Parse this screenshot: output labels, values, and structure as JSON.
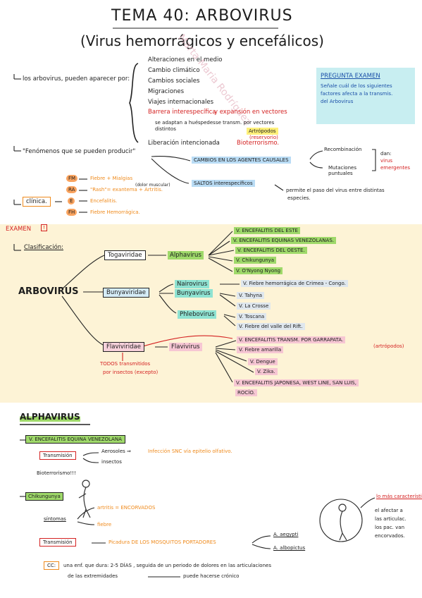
{
  "header": {
    "title": "TEMA 40: ARBOVIRUS",
    "subtitle": "(Virus hemorrágicos y encefálicos)",
    "watermark": "Marta Maria Rodríguez"
  },
  "factors": {
    "intro": "los arbovirus, pueden aparecer por:",
    "items": [
      "Alteraciones en el medio",
      "Cambio climático",
      "Cambios sociales",
      "Migraciones",
      "Viajes internacionales"
    ],
    "barrier": "Barrera interespecífica",
    "expansion": "y expansión en vectores",
    "adapt": "se adaptan a huéspedes distintos",
    "transmit": "se transm. por vectores",
    "arthropods": "Artrópodos",
    "reservoirs": "(reservorio)",
    "liberation": "Liberación intencionada",
    "bioterror": "Bioterrorismo."
  },
  "question": {
    "label": "PREGUNTA EXAMEN",
    "text": [
      "Señale cuál de los siguientes",
      "factores afecta a la transmis.",
      "del Arbovirus"
    ]
  },
  "phenomena": {
    "intro": "\"Fenómenos que se pueden producir\"",
    "changes": "CAMBIOS EN LOS AGENTES CAUSALES",
    "recomb": "Recombinación",
    "mutations": "Mutaciones puntuales",
    "emerge": [
      "dan:",
      "virus",
      "emergentes"
    ],
    "jumps": "SALTOS interespecíficos",
    "jumps_note": [
      "permite el paso del virus entre distintas",
      "especies."
    ]
  },
  "clinic": {
    "label": "clínica.",
    "codes": [
      "FM",
      "RA",
      "E",
      "FH"
    ],
    "texts": [
      "Fiebre + Mialgias",
      "\"Rash\"= exantema + Artritis.",
      "Encefalitis.",
      "Fiebre Hemorrágica."
    ],
    "note": "(dolor muscular)"
  },
  "classification": {
    "exam": "EXAMEN",
    "label": "Clasificación:",
    "root": "ARBOVIRUS",
    "families": {
      "toga": "Togaviridae",
      "bunya": "Bunyaviridae",
      "flavi": "Flaviviridae"
    },
    "genera": {
      "alpha": "Alphavirus",
      "nairo": "Nairovirus",
      "bunya": "Bunyavirus",
      "phlebo": "Phlebovirus",
      "flavi": "Flavivirus"
    },
    "alpha_list": [
      "V. ENCEFALITIS DEL ESTE",
      "V. ENCEFALITIS EQUINAS VENEZOLANAS.",
      "V. ENCEFALITIS DEL OESTE.",
      "V. Chikungunya",
      "V. O'Nyong Nyong"
    ],
    "nairo_list": [
      "V. Fiebre hemorrágica de Crimea - Congo."
    ],
    "bunya_list": [
      "V. Tahyna",
      "V. La Crosse"
    ],
    "phlebo_list": [
      "V. Toscana",
      "V. Fiebre del valle del Rift."
    ],
    "flavi_list": [
      "V. ENCEFALITIS TRANSM. POR GARRAPATA.",
      "V. Fiebre amarilla",
      "V. Dengue",
      "V. Zika."
    ],
    "flavi_arthro": "(artrópodos)",
    "flavi_last": [
      "V. ENCEFALITIS JAPONESA, WEST LINE, SAN LUIS,",
      "ROCÍO."
    ],
    "flavi_note": [
      "TODOS transmitidos",
      "por insectos (excepto)"
    ]
  },
  "alphavirus": {
    "title": "ALPHAVIRUS",
    "vee": "V. ENCEFALITIS EQUINA VENEZOLANA",
    "vee_transmission": "Transmisión",
    "vee_t1": "Aerosoles ⇒",
    "vee_t1b": "Infección SNC vía epitelio olfativo.",
    "vee_t2": "insectos",
    "vee_bio": "Bioterrorismo!!!",
    "chik": "Chikungunya",
    "symptoms": "síntomas",
    "s1": "artritis = ENCORVADOS",
    "s2": "fiebre",
    "chik_transmission": "Transmisión",
    "chik_t": "Picadura DE LOS MOSQUITOS PORTADORES",
    "mosq1": "A. aegypti",
    "mosq2": "A. albopictus",
    "most": "lo más característico",
    "most_text": [
      "el afectar a",
      "las articulac.",
      "los pac. van",
      "encorvados."
    ],
    "cc": "CC:",
    "cc_text": "una enf. que dura: 2-5 DÍAS , seguida de un periodo de dolores en las articulaciones",
    "cc_text2": "de las extremidades",
    "cc_text3": "puede hacerse crónico"
  }
}
